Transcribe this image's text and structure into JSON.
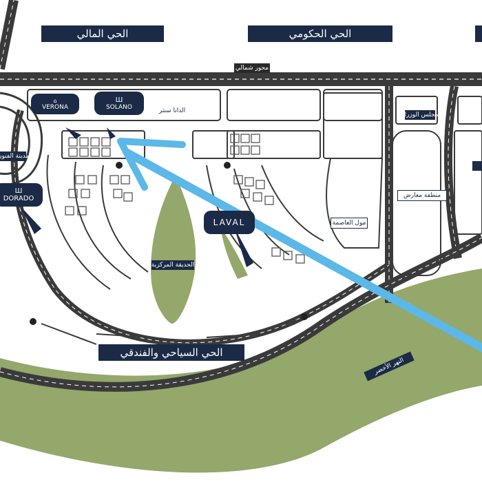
{
  "districts": {
    "financial": "الحي المالي",
    "government": "الحي الحكومي",
    "tourism": "الحي السياحي والفندقي"
  },
  "streets": {
    "top_axis": "محور شمالي",
    "green_river": "النهر الأخضر"
  },
  "places": {
    "data_center": "الداتا سنتر",
    "central_park": "الحديقة المركزية",
    "expo": "منطقة معارض",
    "mall": "مول العاصمة",
    "right_top": "مجلس الوزراء",
    "left_small": "مدينة الفنون"
  },
  "projects": [
    {
      "name": "VERONA"
    },
    {
      "name": "SOLANO"
    },
    {
      "name": "DORADO"
    },
    {
      "name": "LAVAL"
    }
  ],
  "colors": {
    "label_bg": "#1b2a46",
    "road": "#3a3a3a",
    "green": "#93a86a",
    "arrow": "#5bb8e8"
  }
}
